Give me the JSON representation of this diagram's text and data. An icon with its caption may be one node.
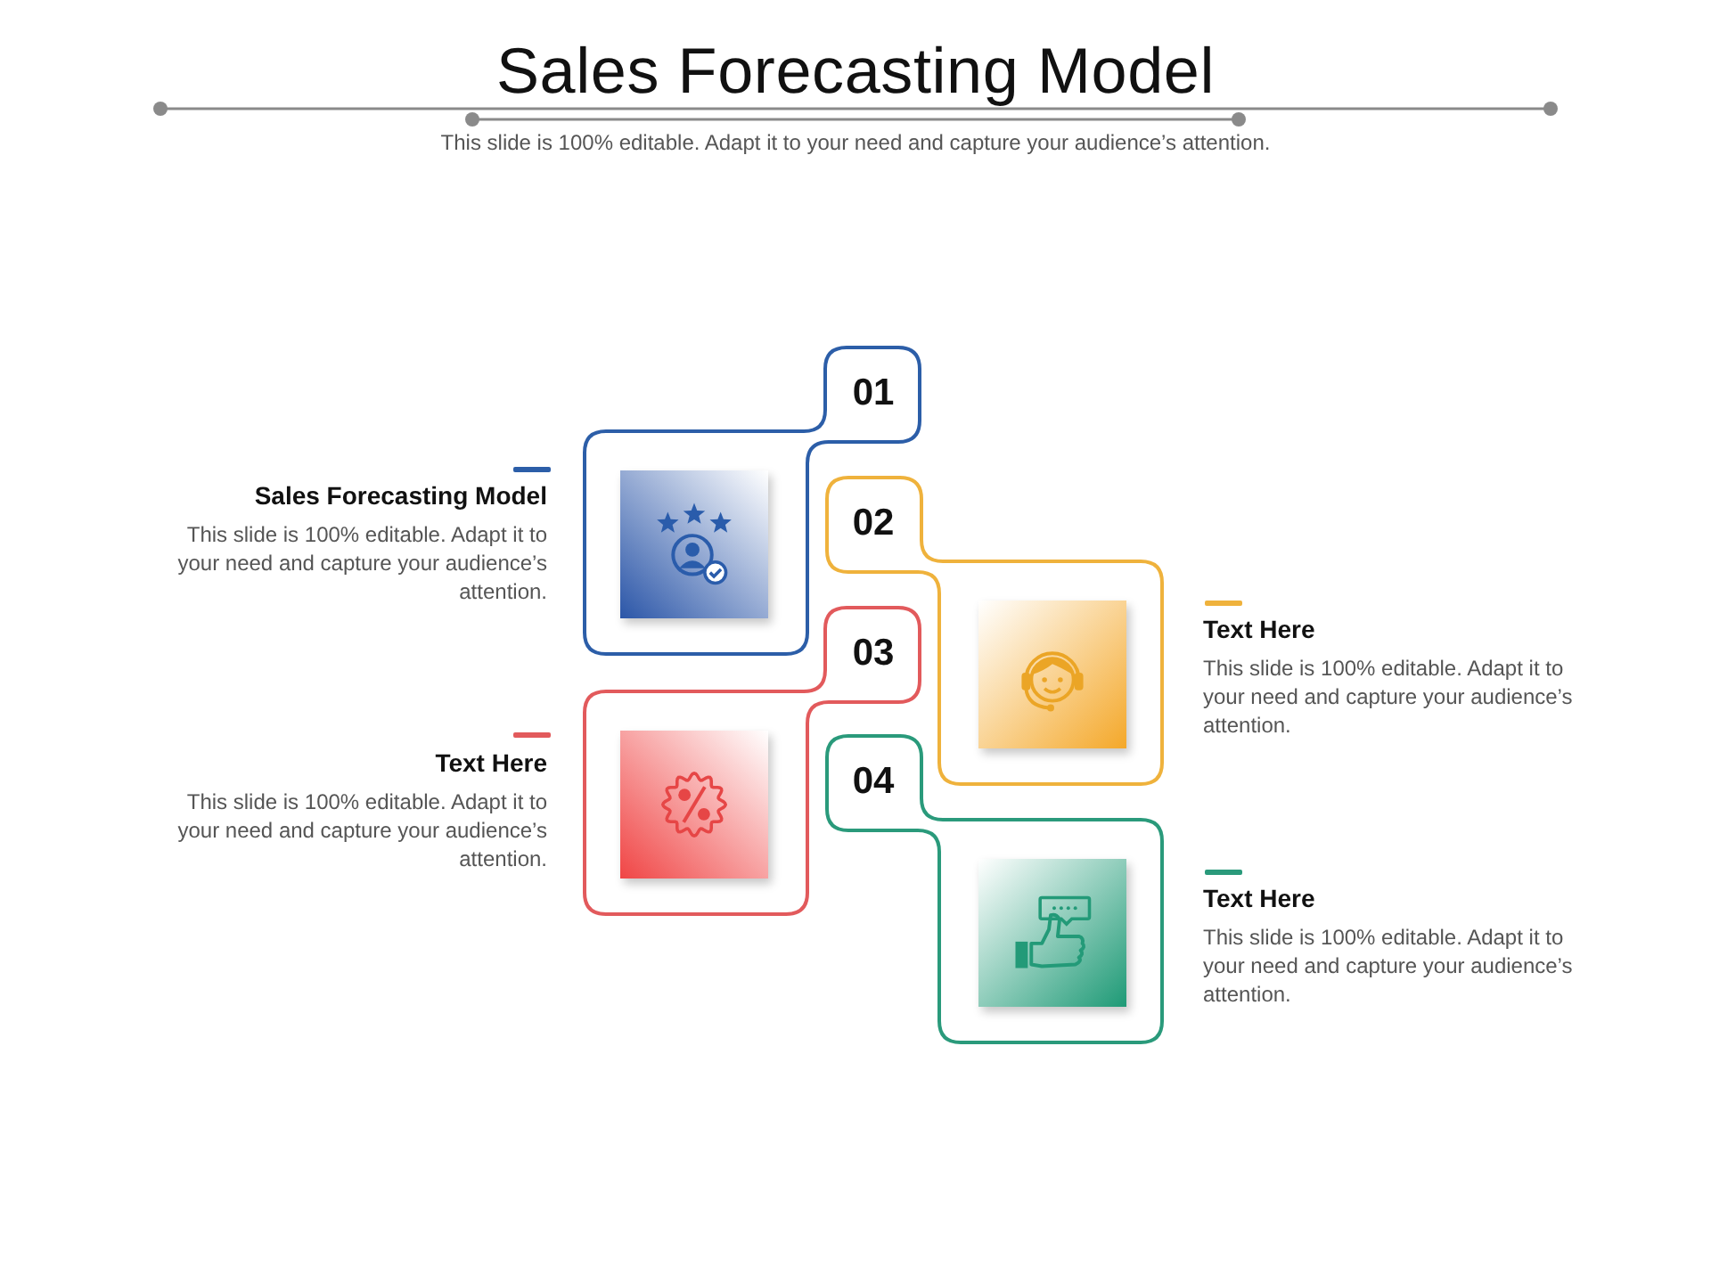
{
  "diagram": {
    "title": "Sales Forecasting Model",
    "nodes": [
      {
        "text": [
          "01"
        ],
        "beside": [
          "Sales Forecasting Model",
          "This slide is 100% editable. Adapt it to your need and capture your audience’s attention."
        ]
      },
      {
        "text": [
          "02"
        ],
        "beside": [
          "Text Here",
          "This slide is 100% editable. Adapt it to your need and capture your audience’s attention."
        ]
      },
      {
        "text": [
          "03"
        ],
        "beside": [
          "Text Here",
          "This slide is 100% editable. Adapt it to your need and capture your audience’s attention."
        ]
      },
      {
        "text": [
          "04"
        ],
        "beside": [
          "Text Here",
          "This slide is 100% editable. Adapt it to your need and capture your audience’s attention."
        ]
      }
    ],
    "labels": [
      "This slide is 100% editable. Adapt it to your need and capture your audience’s attention."
    ]
  }
}
